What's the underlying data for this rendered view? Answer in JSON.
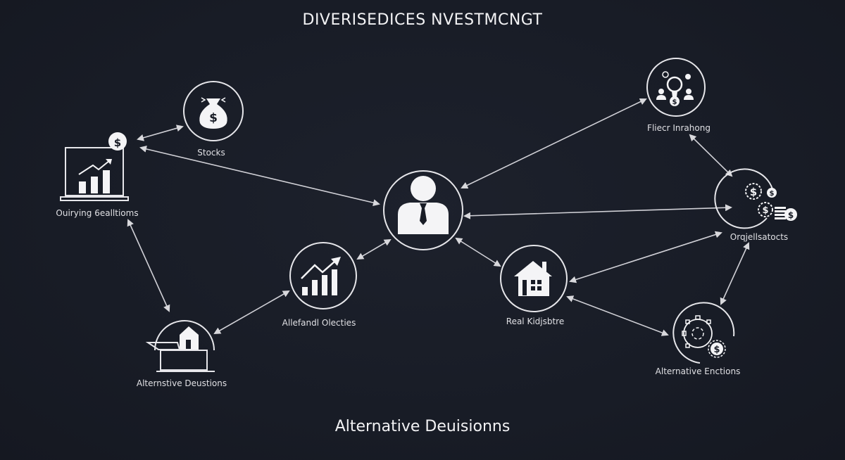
{
  "title": "DIVERISEDICES NVESTMCNGT",
  "footer": "Alternative Deuisionns",
  "colors": {
    "background": "#181c26",
    "stroke": "#e6e6ea",
    "arrow": "#d8d8dc",
    "text": "#e8e8ea"
  },
  "nodes": [
    {
      "id": "center",
      "label": "",
      "icon": "businessman-icon"
    },
    {
      "id": "stocks",
      "label": "Stocks",
      "icon": "money-bag-icon"
    },
    {
      "id": "laptop",
      "label": "Ouirying 6ealltioms",
      "icon": "laptop-chart-icon"
    },
    {
      "id": "alt-dec",
      "label": "Alternstive Deustions",
      "icon": "house-desk-icon"
    },
    {
      "id": "growth",
      "label": "Allefandl Olecties",
      "icon": "growth-chart-icon"
    },
    {
      "id": "realestate",
      "label": "Real Kidjsbtre",
      "icon": "house-icon"
    },
    {
      "id": "fintech",
      "label": "Fliecr Inrahong",
      "icon": "lightbulb-people-icon"
    },
    {
      "id": "coins",
      "label": "Orqjellsatocts",
      "icon": "coins-gears-icon"
    },
    {
      "id": "alt-exec",
      "label": "Alternative Enctions",
      "icon": "gear-dollar-icon"
    }
  ],
  "edges": [
    {
      "from": "laptop",
      "to": "stocks"
    },
    {
      "from": "laptop",
      "to": "center"
    },
    {
      "from": "laptop",
      "to": "alt-dec"
    },
    {
      "from": "alt-dec",
      "to": "growth"
    },
    {
      "from": "growth",
      "to": "center"
    },
    {
      "from": "center",
      "to": "fintech"
    },
    {
      "from": "center",
      "to": "coins"
    },
    {
      "from": "center",
      "to": "realestate"
    },
    {
      "from": "realestate",
      "to": "coins"
    },
    {
      "from": "realestate",
      "to": "alt-exec"
    },
    {
      "from": "fintech",
      "to": "coins"
    },
    {
      "from": "coins",
      "to": "alt-exec"
    }
  ]
}
